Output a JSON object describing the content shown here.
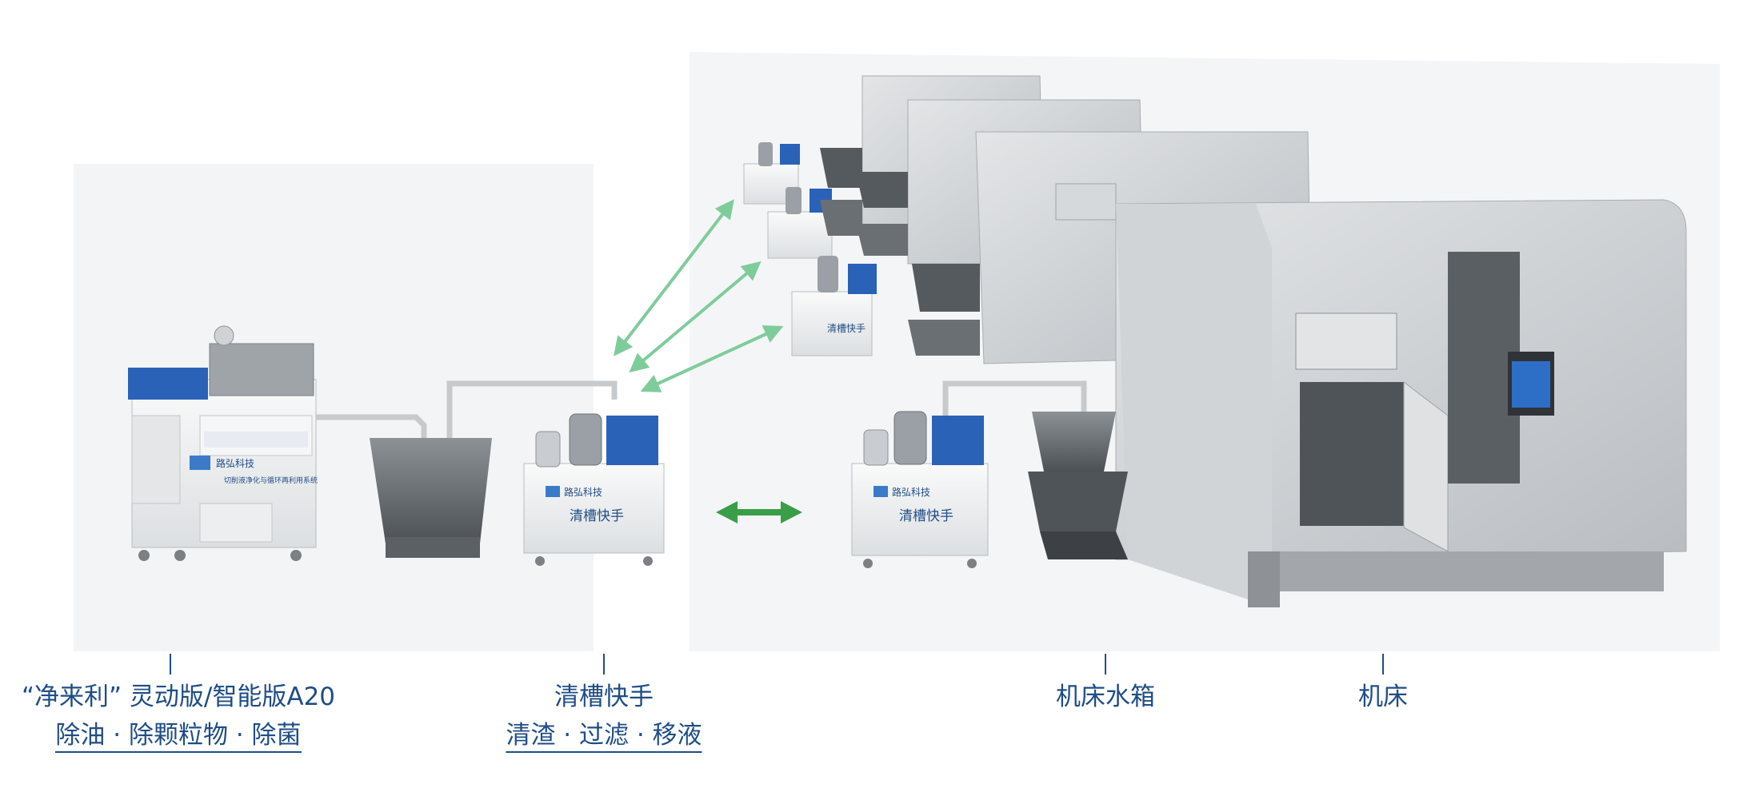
{
  "labels": {
    "system": {
      "title": "“净来利” 灵动版/智能版A20",
      "subtitle": "除油 · 除颗粒物 · 除菌"
    },
    "cleaner": {
      "title": "清槽快手",
      "subtitle": "清渣 · 过滤 · 移液"
    },
    "tank": {
      "title": "机床水箱"
    },
    "machine": {
      "title": "机床"
    }
  },
  "devices": {
    "cleaner_label": "清槽快手",
    "brand": "路弘科技",
    "system_panel": "切削液净化与循环再利用系统"
  },
  "colors": {
    "label_blue": "#1f4d86",
    "arrow_light_green": "#7fcc9b",
    "arrow_green": "#3a9e48",
    "machine_gray": "#c8cbce",
    "panel_blue": "#2a62b8"
  }
}
